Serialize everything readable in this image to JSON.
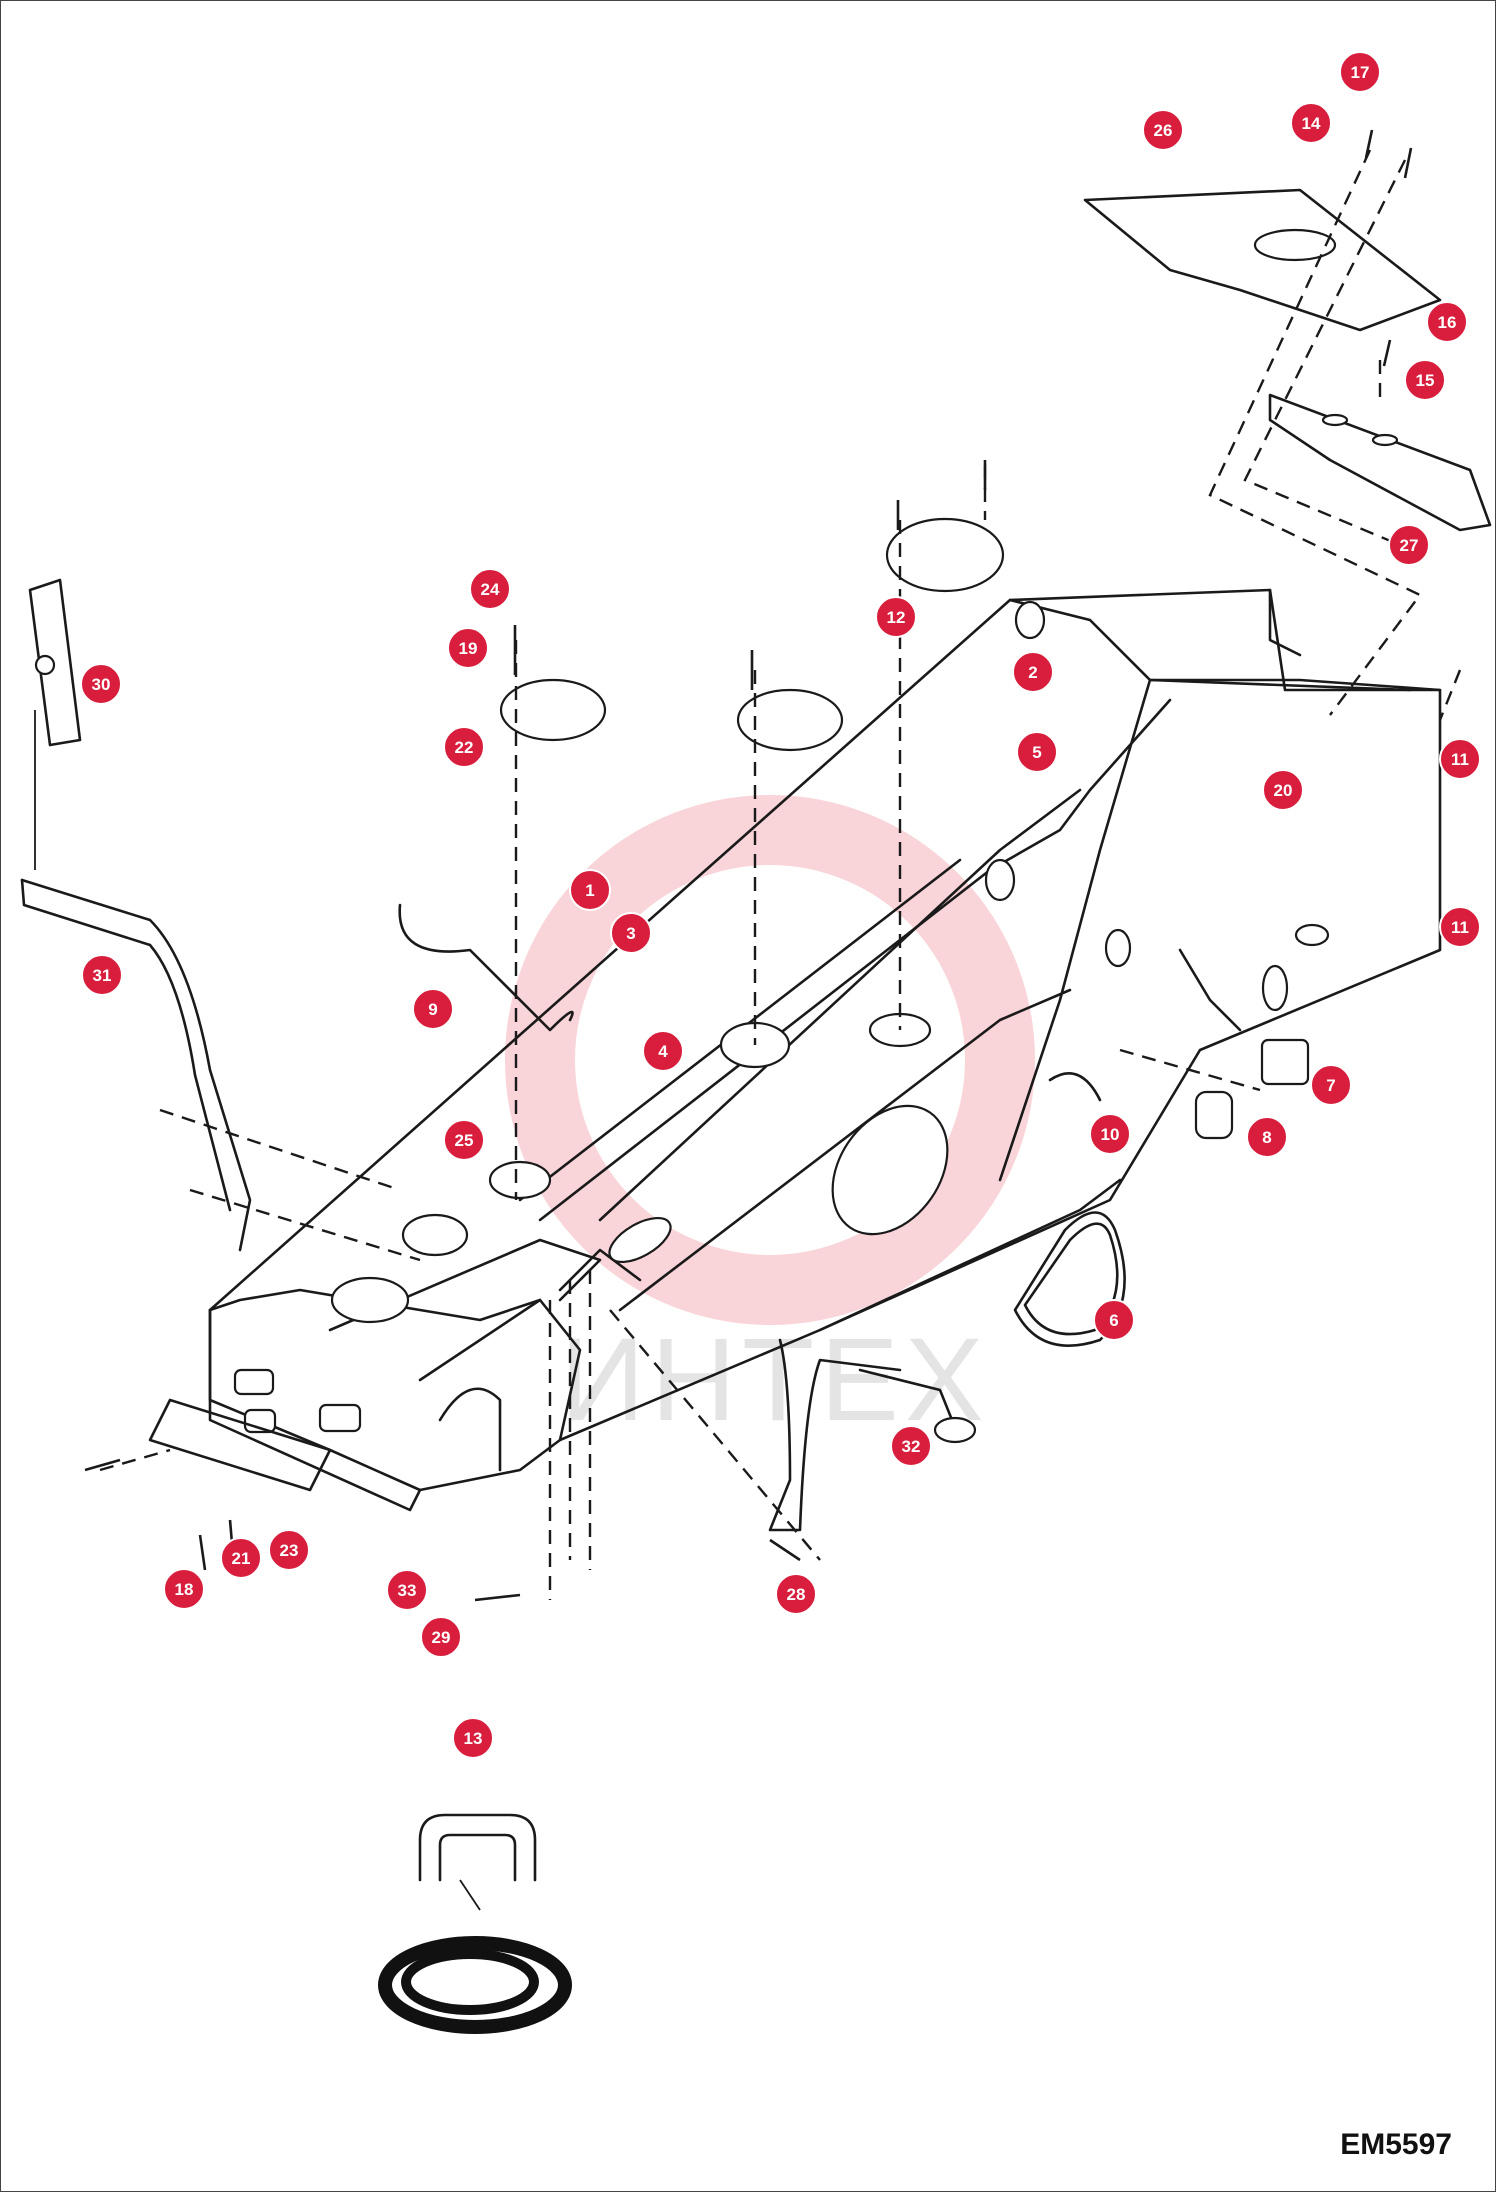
{
  "drawing": {
    "reference_code": "EM5597",
    "watermark_text": "ИНТЕХ",
    "accent_color": "#d81e3c",
    "callouts": [
      {
        "label": "1"
      },
      {
        "label": "2"
      },
      {
        "label": "3"
      },
      {
        "label": "4"
      },
      {
        "label": "5"
      },
      {
        "label": "6"
      },
      {
        "label": "7"
      },
      {
        "label": "8"
      },
      {
        "label": "9"
      },
      {
        "label": "10"
      },
      {
        "label": "11"
      },
      {
        "label": "11"
      },
      {
        "label": "12"
      },
      {
        "label": "13"
      },
      {
        "label": "14"
      },
      {
        "label": "15"
      },
      {
        "label": "16"
      },
      {
        "label": "17"
      },
      {
        "label": "18"
      },
      {
        "label": "19"
      },
      {
        "label": "20"
      },
      {
        "label": "21"
      },
      {
        "label": "22"
      },
      {
        "label": "23"
      },
      {
        "label": "24"
      },
      {
        "label": "25"
      },
      {
        "label": "26"
      },
      {
        "label": "27"
      },
      {
        "label": "28"
      },
      {
        "label": "29"
      },
      {
        "label": "30"
      },
      {
        "label": "31"
      },
      {
        "label": "32"
      },
      {
        "label": "33"
      }
    ]
  }
}
